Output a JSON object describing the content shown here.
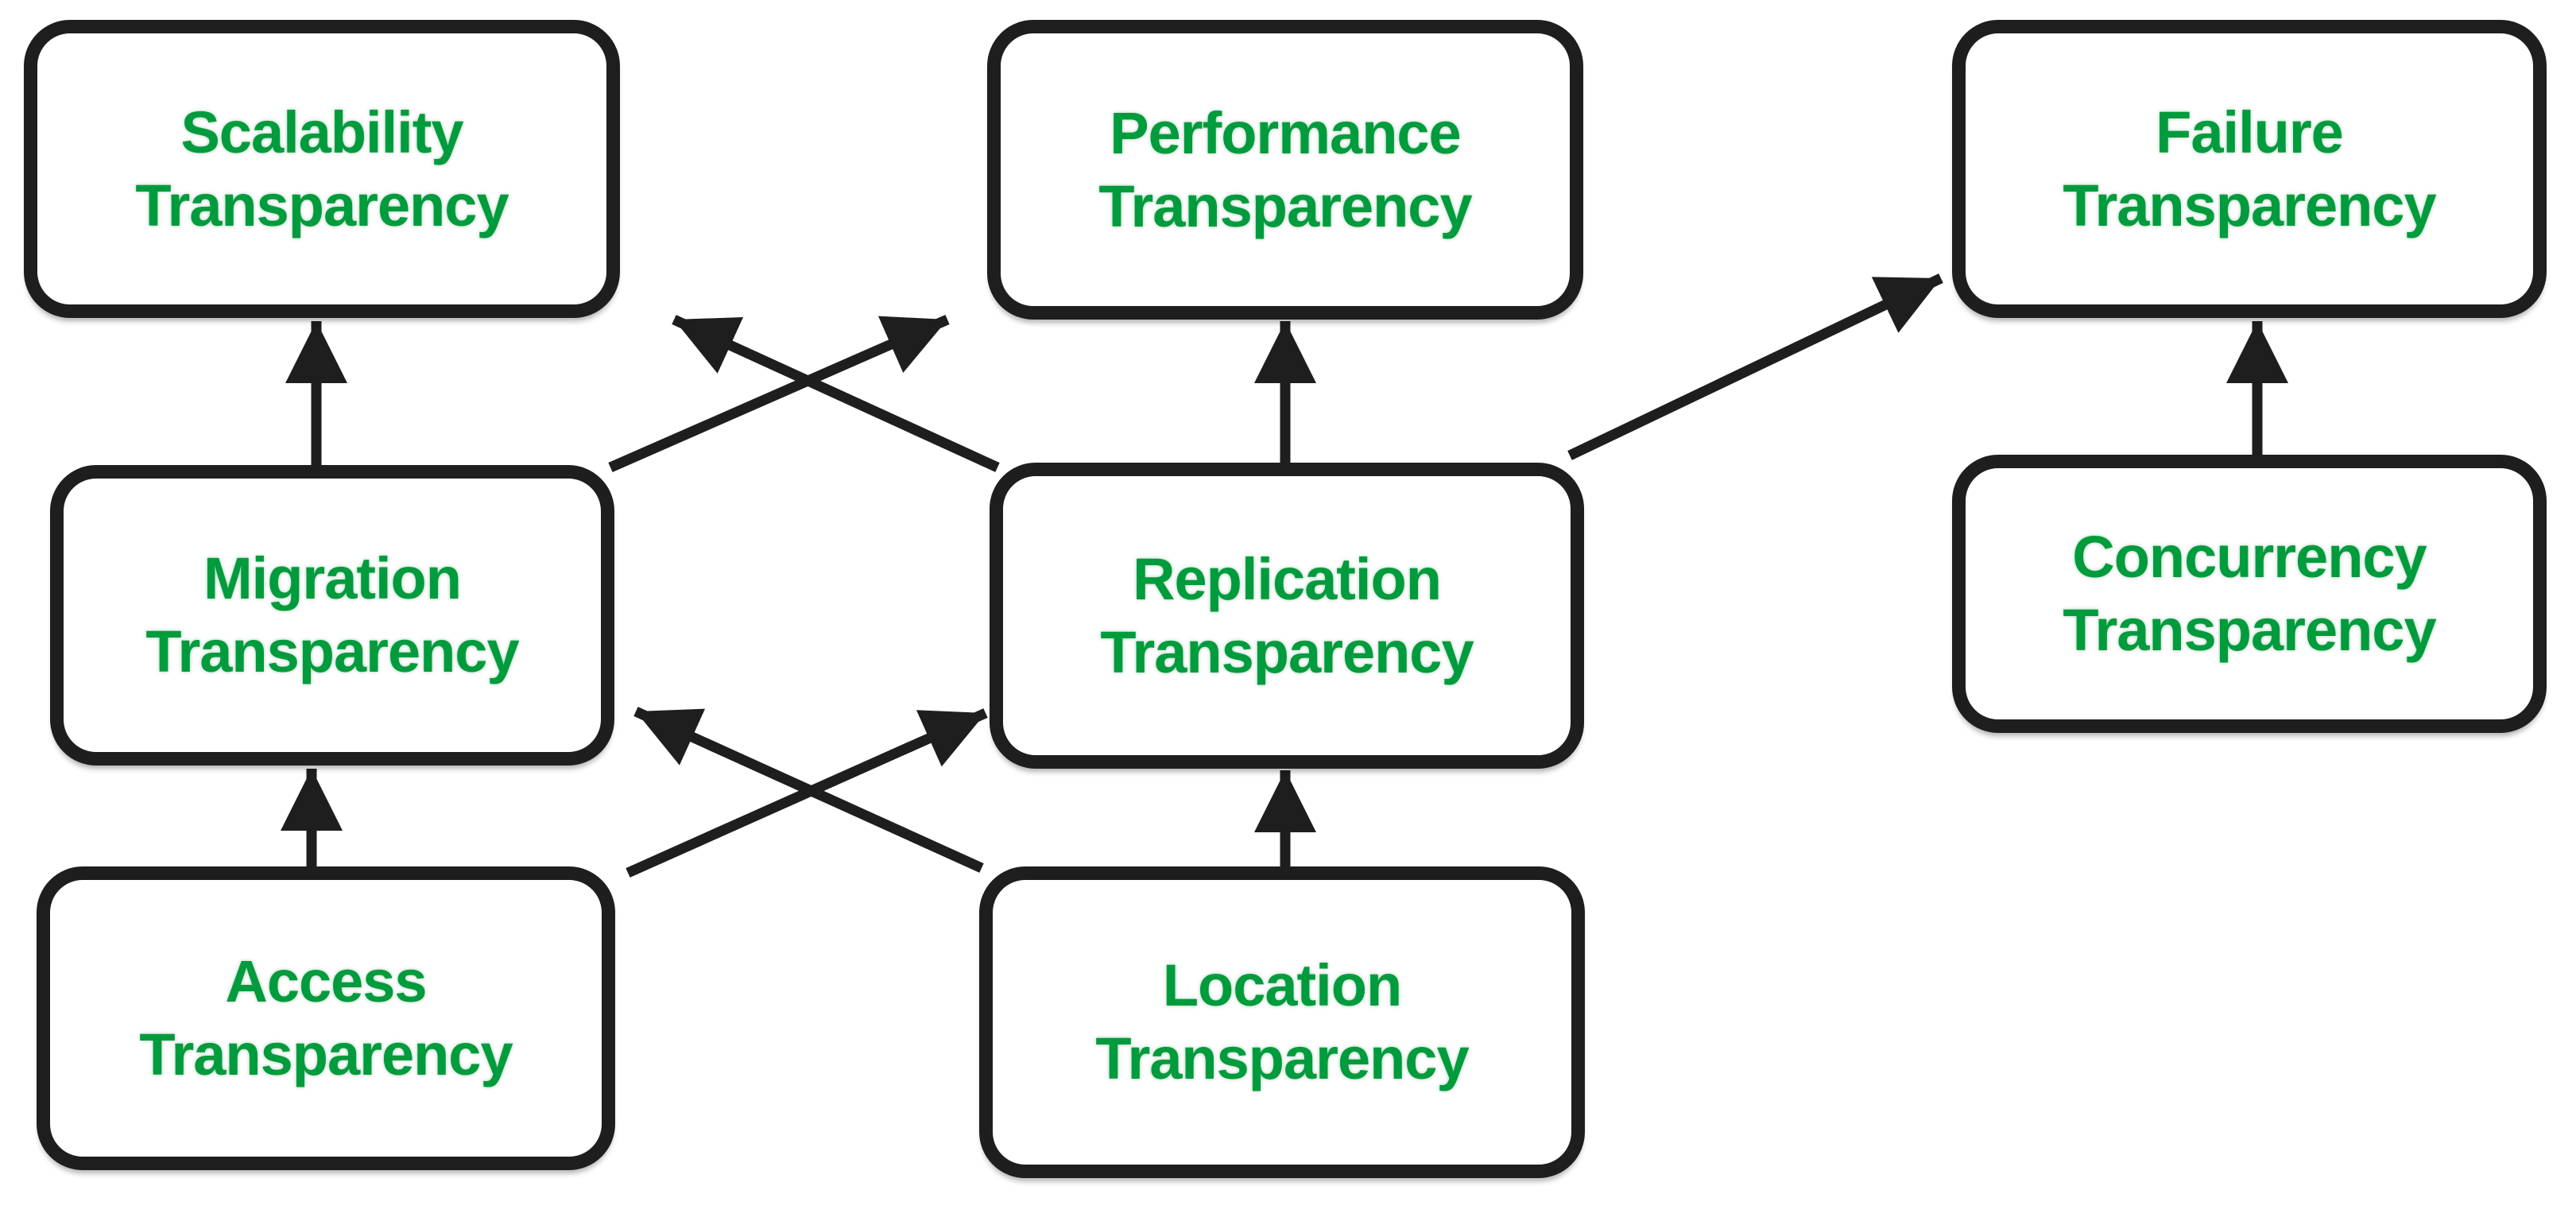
{
  "diagram": {
    "background_color": "#ffffff",
    "node_fill_color": "#ffffff",
    "node_border_color": "#1e1e1e",
    "node_text_color": "#009b3c",
    "arrow_color": "#1e1e1e"
  },
  "nodes": [
    {
      "id": "scalability",
      "line1": "Scalability",
      "line2": "Transparency"
    },
    {
      "id": "performance",
      "line1": "Performance",
      "line2": "Transparency"
    },
    {
      "id": "failure",
      "line1": "Failure",
      "line2": "Transparency"
    },
    {
      "id": "migration",
      "line1": "Migration",
      "line2": "Transparency"
    },
    {
      "id": "replication",
      "line1": "Replication",
      "line2": "Transparency"
    },
    {
      "id": "concurrency",
      "line1": "Concurrency",
      "line2": "Transparency"
    },
    {
      "id": "access",
      "line1": "Access",
      "line2": "Transparency"
    },
    {
      "id": "location",
      "line1": "Location",
      "line2": "Transparency"
    }
  ],
  "edges": [
    {
      "from": "migration",
      "to": "scalability"
    },
    {
      "from": "migration",
      "to": "performance"
    },
    {
      "from": "replication",
      "to": "scalability"
    },
    {
      "from": "replication",
      "to": "performance"
    },
    {
      "from": "replication",
      "to": "failure"
    },
    {
      "from": "concurrency",
      "to": "failure"
    },
    {
      "from": "access",
      "to": "migration"
    },
    {
      "from": "access",
      "to": "replication"
    },
    {
      "from": "location",
      "to": "migration"
    },
    {
      "from": "location",
      "to": "replication"
    }
  ]
}
